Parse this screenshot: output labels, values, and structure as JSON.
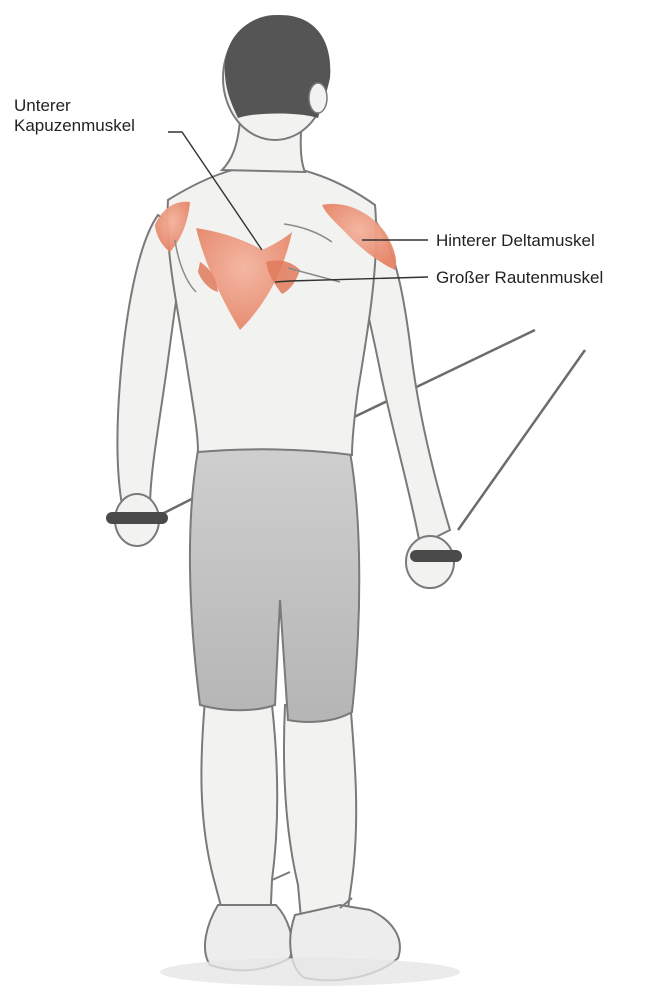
{
  "labels": {
    "lower_trapezius": [
      "Unterer",
      "Kapuzenmuskel"
    ],
    "rear_deltoid": "Hinterer Deltamuskel",
    "rhomboid": "Großer Rautenmuskel"
  },
  "colors": {
    "skin": "#f2f2f0",
    "outline": "#7a7a7a",
    "shorts": "#c2c2c2",
    "hair": "#555555",
    "muscle": "#ee9a7e",
    "muscle_dark": "#e07a5c",
    "shoe": "#ededed",
    "cable": "#6c6c6c",
    "leader": "#333333"
  }
}
